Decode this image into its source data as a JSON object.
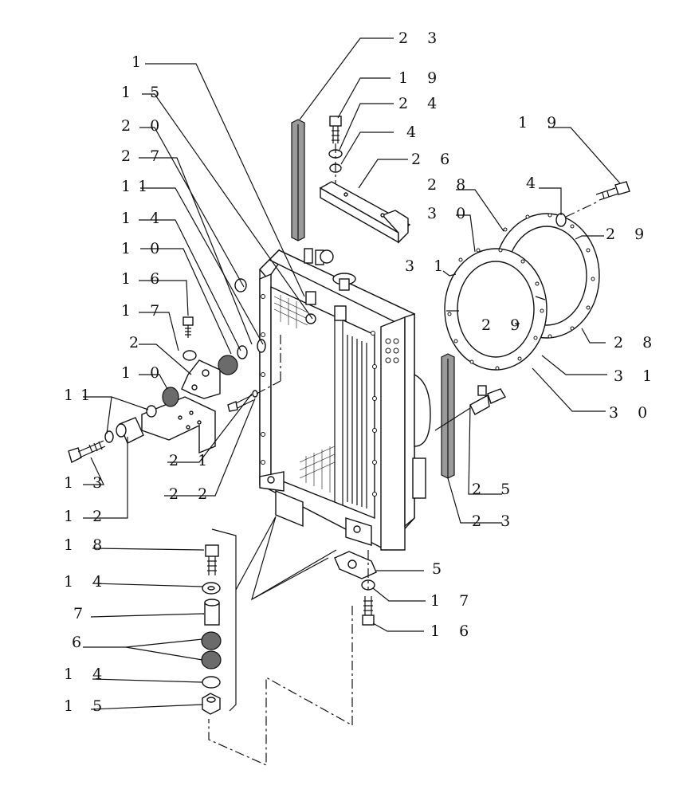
{
  "callouts": {
    "c1": "1",
    "c15a": "1 5",
    "c20": "2 0",
    "c27": "2 7",
    "c11a": "11",
    "c14a": "1 4",
    "c10a": "1 0",
    "c16a": "1 6",
    "c17a": "1 7",
    "c2": "2",
    "c10b": "1 0",
    "c11b": "11",
    "c13": "1 3",
    "c12": "1 2",
    "c21": "2 1",
    "c22": "2 2",
    "c23a": "2 3",
    "c19a": "1 9",
    "c24": "2 4",
    "c4a": "4",
    "c26": "2 6",
    "c28a": "2 8",
    "c30a": "3 0",
    "c31a": "3 1",
    "c19b": "1 9",
    "c4b": "4",
    "c29a": "2 9",
    "c29b": "2 9",
    "c28b": "2 8",
    "c31b": "3 1",
    "c30b": "3 0",
    "c25": "2 5",
    "c23b": "2 3",
    "c18": "1 8",
    "c14b": "1 4",
    "c7": "7",
    "c6": "6",
    "c14c": "1 4",
    "c15b": "1 5",
    "c5": "5",
    "c17b": "1 7",
    "c16b": "1 6"
  }
}
